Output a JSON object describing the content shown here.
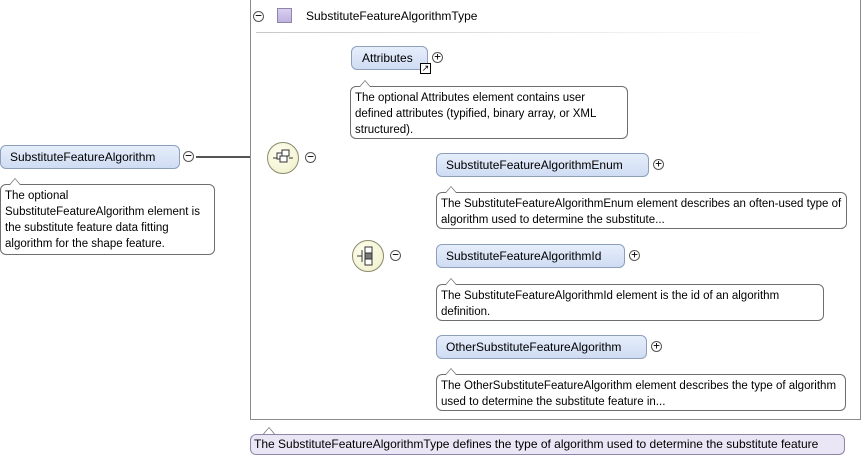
{
  "type": {
    "name": "SubstituteFeatureAlgorithmType",
    "description": "The SubstituteFeatureAlgorithmType defines the type of algorithm used to determine the substitute feature"
  },
  "root_element": {
    "name": "SubstituteFeatureAlgorithm",
    "description": "The optional SubstituteFeatureAlgorithm element is the substitute feature data fitting algorithm for the shape feature."
  },
  "attributes": {
    "name": "Attributes",
    "description": "The optional Attributes element contains user defined attributes (typified, binary array, or XML structured)."
  },
  "children": [
    {
      "name": "SubstituteFeatureAlgorithmEnum",
      "description": "The SubstituteFeatureAlgorithmEnum element describes an often-used type of algorithm used to determine the substitute..."
    },
    {
      "name": "SubstituteFeatureAlgorithmId",
      "description": "The SubstituteFeatureAlgorithmId element is the id of an algorithm definition."
    },
    {
      "name": "OtherSubstituteFeatureAlgorithm",
      "description": "The OtherSubstituteFeatureAlgorithm element describes the type of algorithm used to determine the substitute feature in..."
    }
  ],
  "toggles": {
    "collapse": "−",
    "expand": "+"
  },
  "colors": {
    "element_fill": "#cfdcf3",
    "element_border": "#8e9fbc",
    "type_footer_fill": "#ebe6f5",
    "connector": "#555555"
  }
}
